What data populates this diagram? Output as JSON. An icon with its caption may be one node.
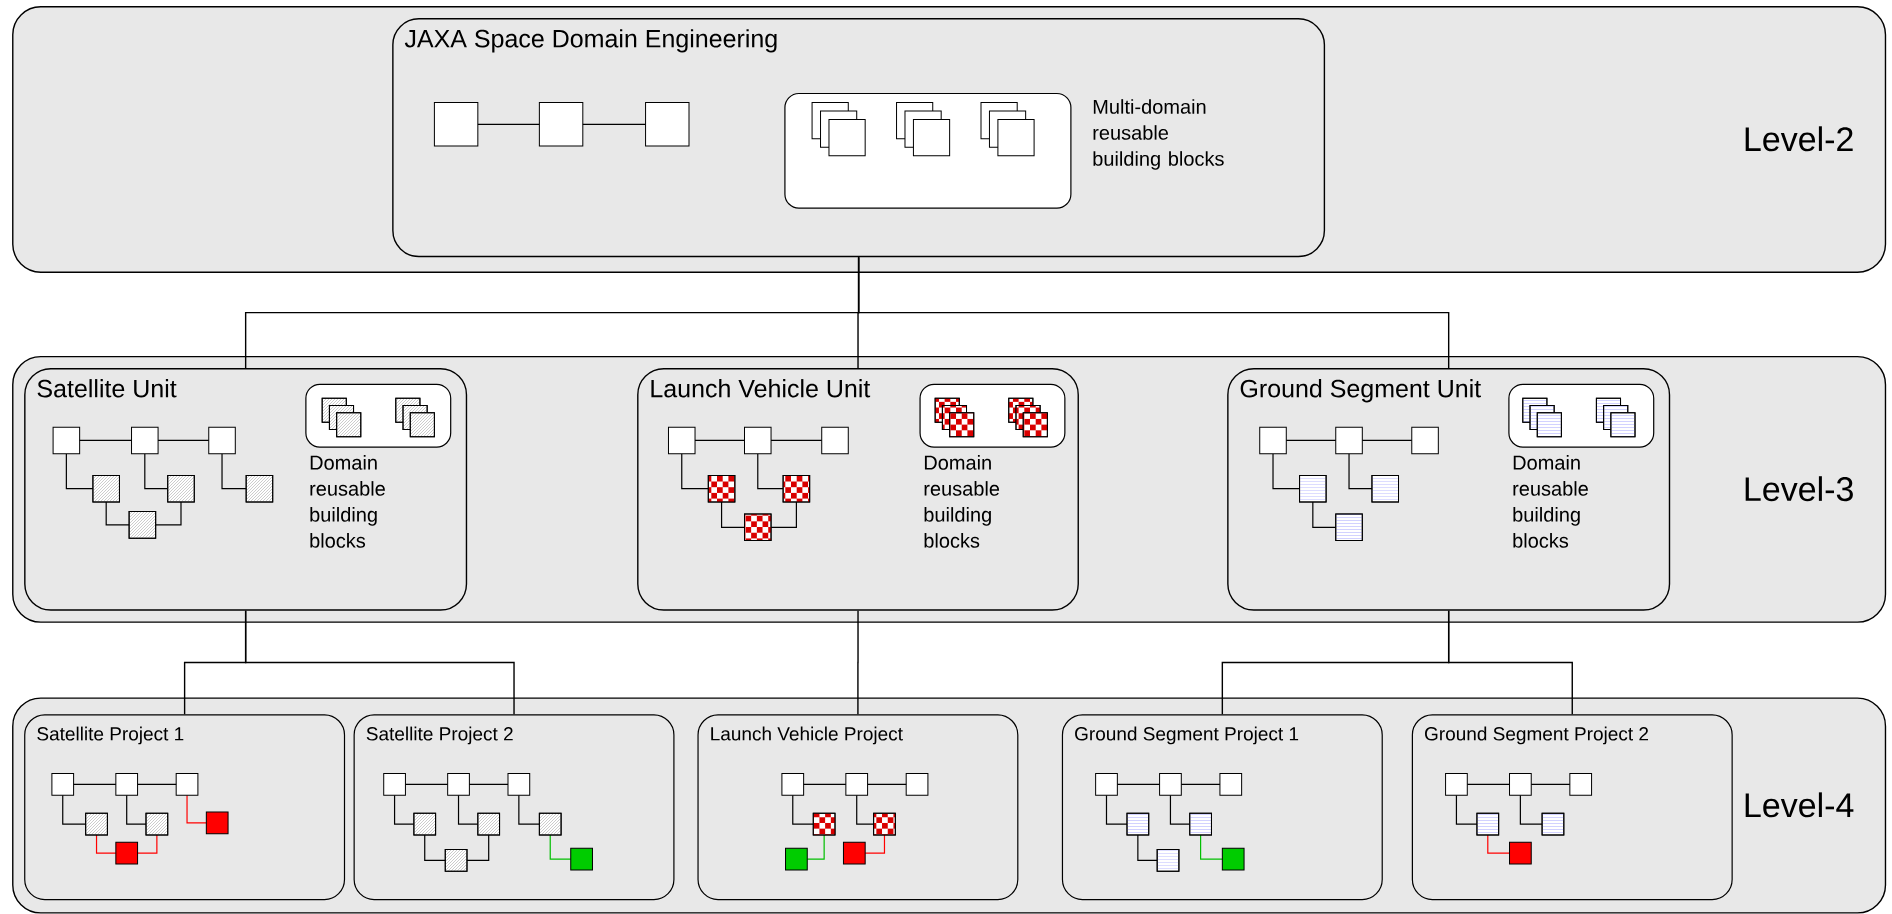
{
  "diagram": {
    "nodes": [
      {
        "text": [
          "Level-2"
        ]
      },
      {
        "text": [
          "JAXA Space Domain Engineering"
        ],
        "in": 0
      },
      {
        "text": [],
        "shape": "box",
        "in": 1,
        "beside": [
          "Multi-domain reusable building blocks"
        ]
      },
      {
        "text": [
          "Level-3"
        ]
      },
      {
        "text": [
          "Satellite Unit"
        ],
        "in": 3
      },
      {
        "text": [],
        "shape": "box",
        "in": 4,
        "beside": [
          "Domain reusable building blocks"
        ]
      },
      {
        "text": [
          "Launch Vehicle Unit"
        ],
        "in": 3
      },
      {
        "text": [],
        "shape": "box",
        "in": 6,
        "beside": [
          "Domain reusable building blocks"
        ]
      },
      {
        "text": [
          "Ground Segment Unit"
        ],
        "in": 3
      },
      {
        "text": [],
        "shape": "box",
        "in": 8,
        "beside": [
          "Domain reusable building blocks"
        ]
      },
      {
        "text": [
          "Level-4"
        ]
      },
      {
        "text": [
          "Satellite Project 1"
        ],
        "in": 10
      },
      {
        "text": [
          "Satellite Project 2"
        ],
        "in": 10
      },
      {
        "text": [
          "Launch Vehicle Project"
        ],
        "in": 10
      },
      {
        "text": [
          "Ground Segment Project 1"
        ],
        "in": 10
      },
      {
        "text": [
          "Ground Segment Project 2"
        ],
        "in": 10
      }
    ],
    "edges": [
      {
        "from": 1,
        "to": 4,
        "arrow": "none"
      },
      {
        "from": 1,
        "to": 6,
        "arrow": "none"
      },
      {
        "from": 1,
        "to": 8,
        "arrow": "none"
      },
      {
        "from": 4,
        "to": 11,
        "arrow": "none"
      },
      {
        "from": 4,
        "to": 12,
        "arrow": "none"
      },
      {
        "from": 6,
        "to": 13,
        "arrow": "none"
      },
      {
        "from": 8,
        "to": 14,
        "arrow": "none"
      },
      {
        "from": 8,
        "to": 15,
        "arrow": "none"
      }
    ]
  }
}
